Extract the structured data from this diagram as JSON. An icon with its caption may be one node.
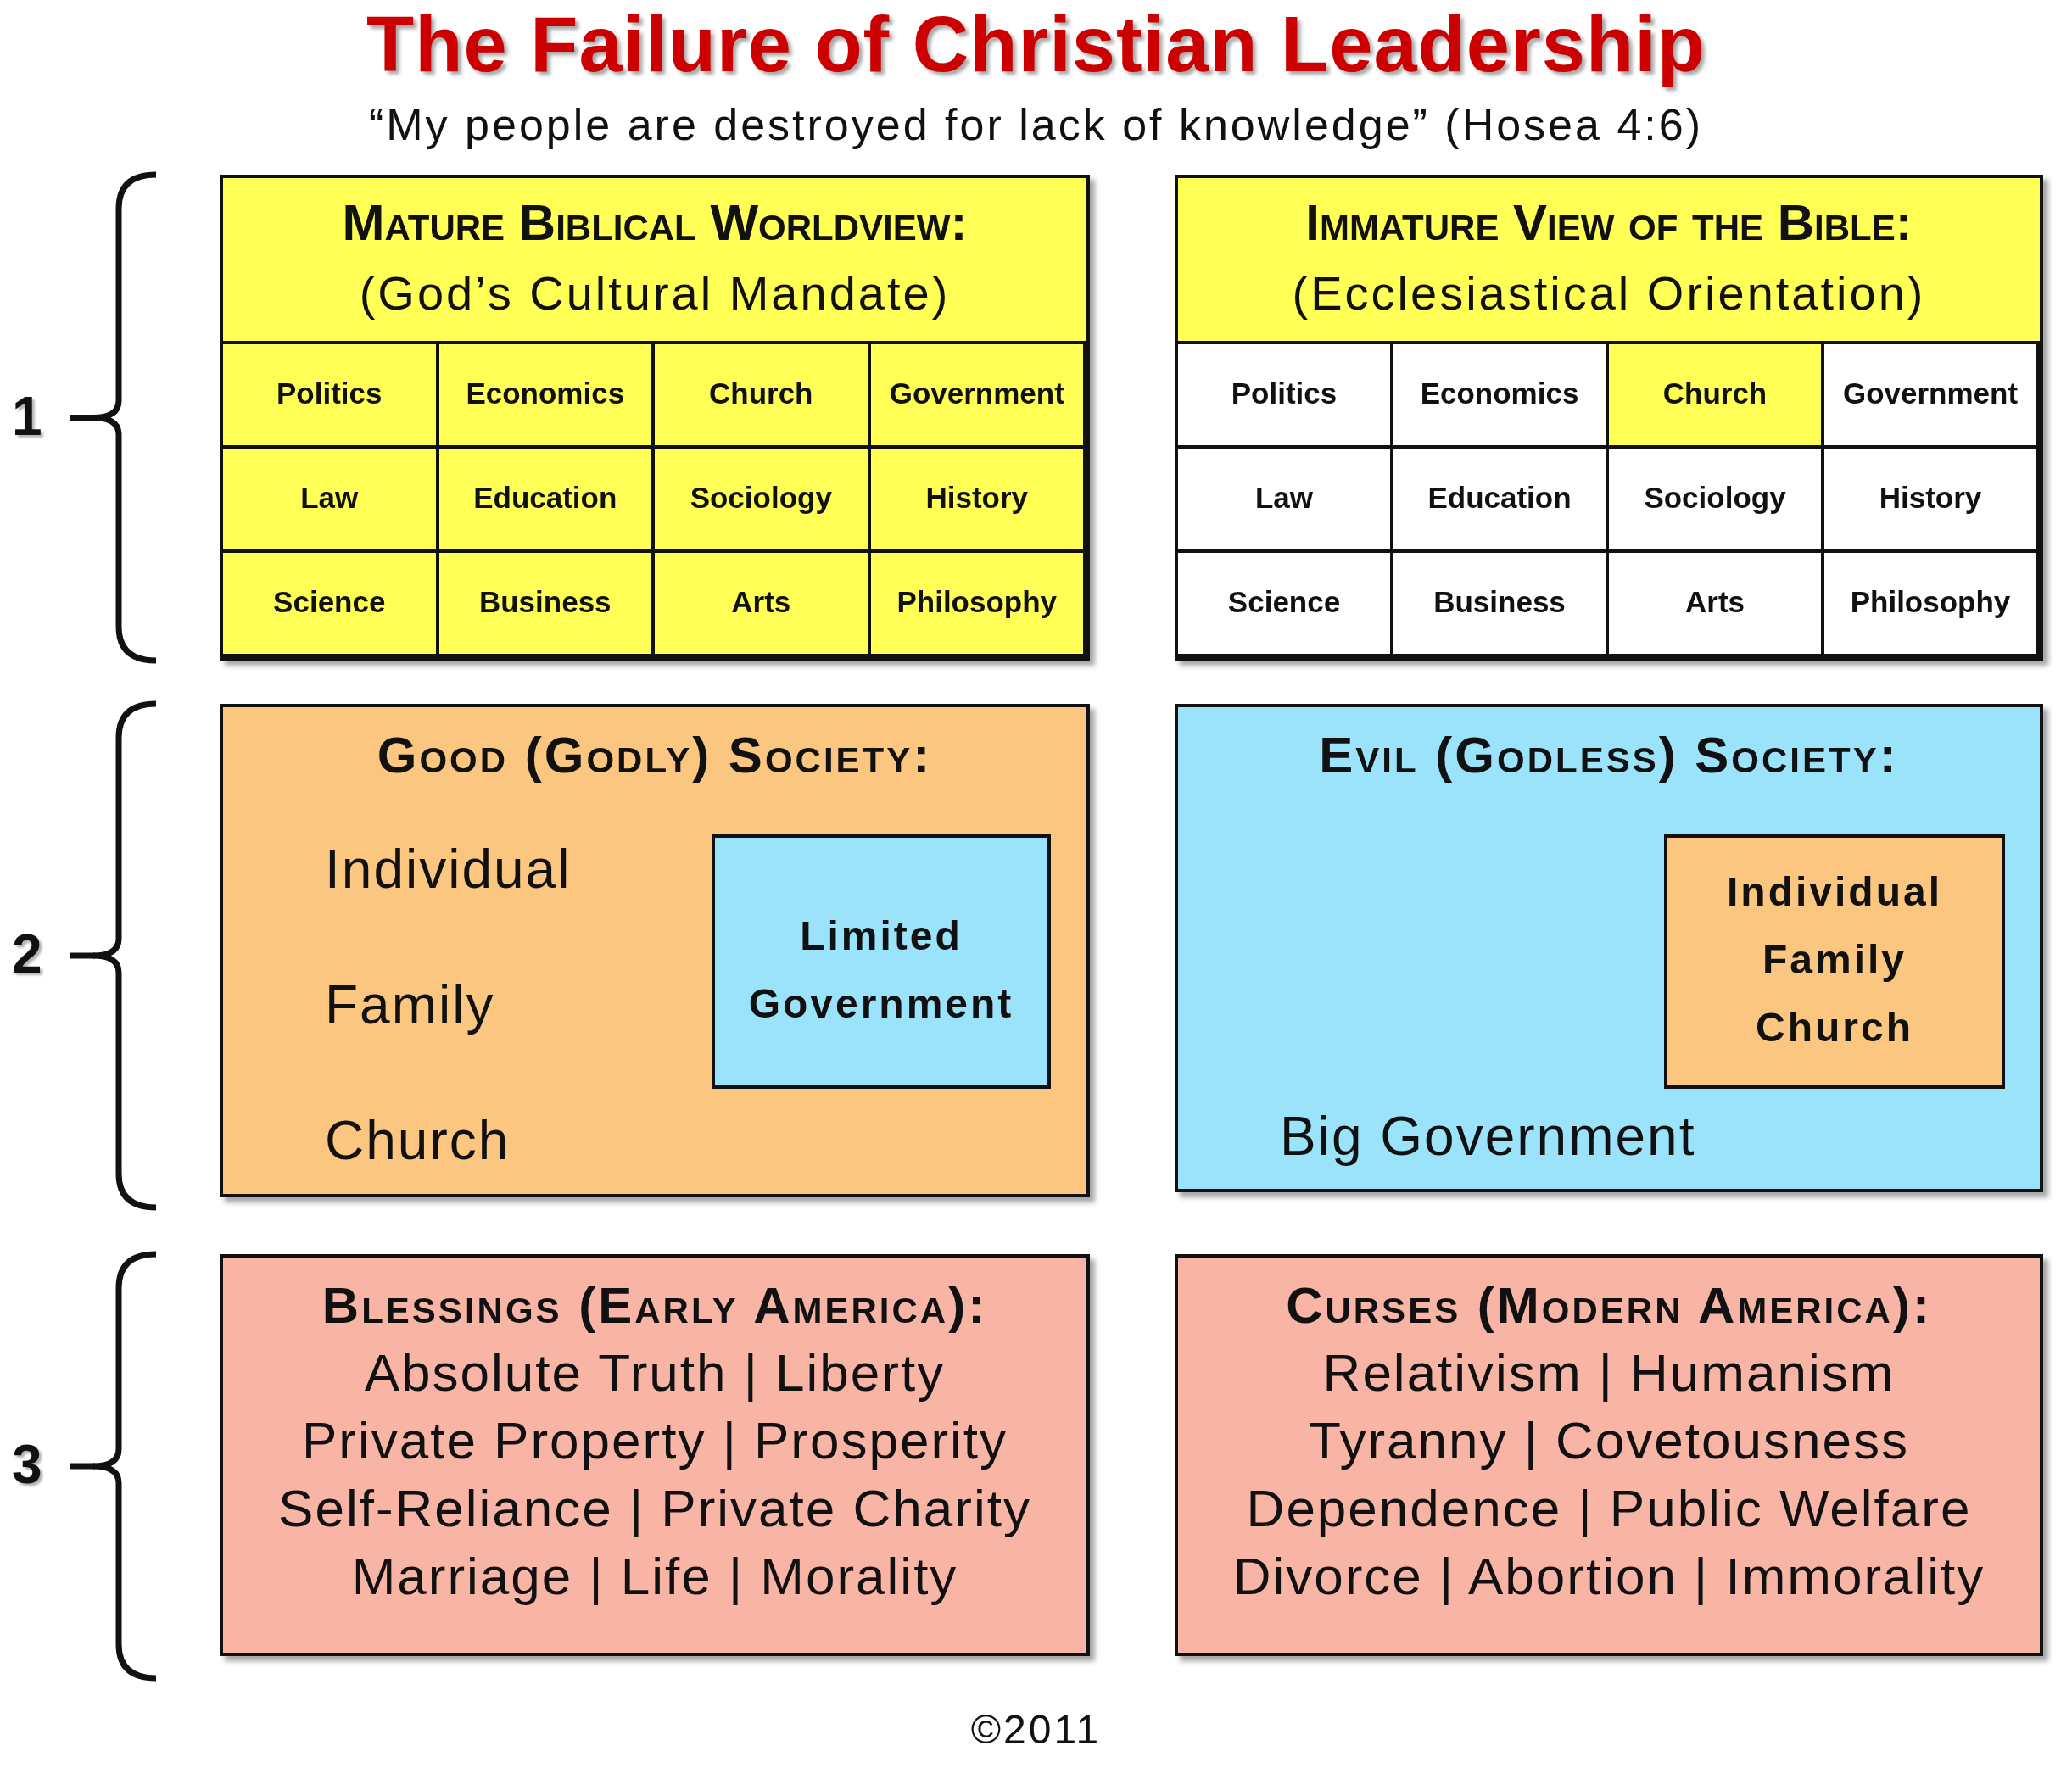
{
  "diagram": {
    "title": "The Failure of Christian Leadership",
    "caption": "“My people are destroyed for lack of knowledge” (Hosea 4:6)",
    "nodes": [
      {
        "text": [
          "Mature Biblical Worldview:",
          "(God’s Cultural Mandate)"
        ]
      },
      {
        "text": [
          "Politics"
        ],
        "in": 0
      },
      {
        "text": [
          "Economics"
        ],
        "in": 0
      },
      {
        "text": [
          "Church"
        ],
        "in": 0
      },
      {
        "text": [
          "Government"
        ],
        "in": 0
      },
      {
        "text": [
          "Law"
        ],
        "in": 0
      },
      {
        "text": [
          "Education"
        ],
        "in": 0
      },
      {
        "text": [
          "Sociology"
        ],
        "in": 0
      },
      {
        "text": [
          "History"
        ],
        "in": 0
      },
      {
        "text": [
          "Science"
        ],
        "in": 0
      },
      {
        "text": [
          "Business"
        ],
        "in": 0
      },
      {
        "text": [
          "Arts"
        ],
        "in": 0
      },
      {
        "text": [
          "Philosophy"
        ],
        "in": 0
      },
      {
        "text": [
          "Immature View of the Bible:",
          "(Ecclesiastical Orientation)"
        ]
      },
      {
        "text": [
          "Politics"
        ],
        "in": 13
      },
      {
        "text": [
          "Economics"
        ],
        "in": 13
      },
      {
        "text": [
          "Church"
        ],
        "in": 13
      },
      {
        "text": [
          "Government"
        ],
        "in": 13
      },
      {
        "text": [
          "Law"
        ],
        "in": 13
      },
      {
        "text": [
          "Education"
        ],
        "in": 13
      },
      {
        "text": [
          "Sociology"
        ],
        "in": 13
      },
      {
        "text": [
          "History"
        ],
        "in": 13
      },
      {
        "text": [
          "Science"
        ],
        "in": 13
      },
      {
        "text": [
          "Business"
        ],
        "in": 13
      },
      {
        "text": [
          "Arts"
        ],
        "in": 13
      },
      {
        "text": [
          "Philosophy"
        ],
        "in": 13
      },
      {
        "text": [
          "Good (Godly) Society:",
          "Individual",
          "Family",
          "Church"
        ]
      },
      {
        "text": [
          "Limited Government"
        ],
        "in": 26
      },
      {
        "text": [
          "Evil (Godless) Society:",
          "Big Government"
        ]
      },
      {
        "text": [
          "Individual",
          "Family",
          "Church"
        ],
        "in": 28
      },
      {
        "text": [
          "Blessings (Early America):",
          "Absolute Truth | Liberty",
          "Private Property | Prosperity",
          "Self-Reliance | Private Charity",
          "Marriage | Life | Morality"
        ]
      },
      {
        "text": [
          "Curses (Modern America):",
          "Relativism | Humanism",
          "Tyranny | Covetousness",
          "Dependence | Public Welfare",
          "Divorce | Abortion | Immorality"
        ]
      }
    ],
    "labels": [
      "1",
      "2",
      "3",
      "©2011"
    ]
  }
}
